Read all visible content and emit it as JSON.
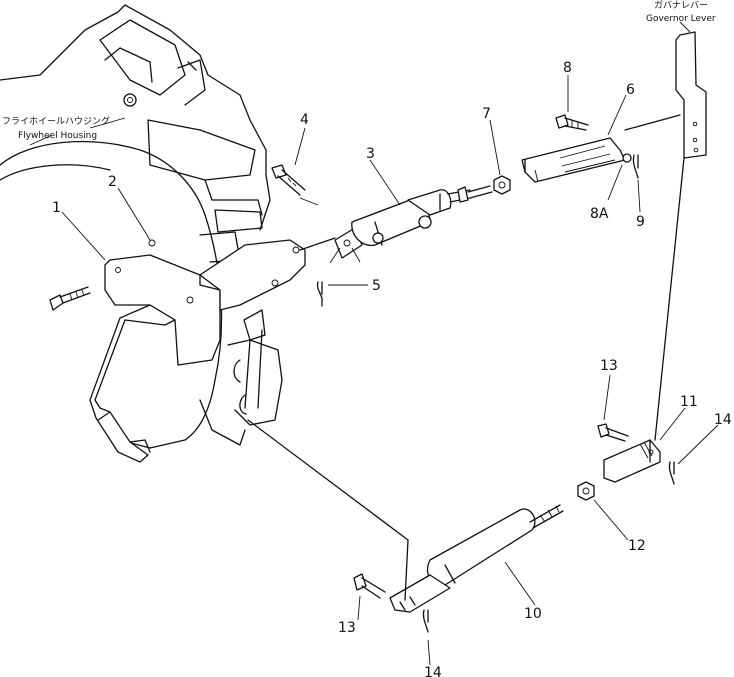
{
  "labels": {
    "flywheel_housing_jp": "フライホイールハウジング",
    "flywheel_housing_en": "Flywheel Housing",
    "governor_lever_jp": "ガバナレバー",
    "governor_lever_en": "Governor Lever"
  },
  "callouts": {
    "c1": "1",
    "c2": "2",
    "c3": "3",
    "c4": "4",
    "c5": "5",
    "c6": "6",
    "c7": "7",
    "c8": "8",
    "c8a": "8A",
    "c9": "9",
    "c10": "10",
    "c11": "11",
    "c12": "12",
    "c13a": "13",
    "c13b": "13",
    "c14a": "14",
    "c14b": "14"
  }
}
